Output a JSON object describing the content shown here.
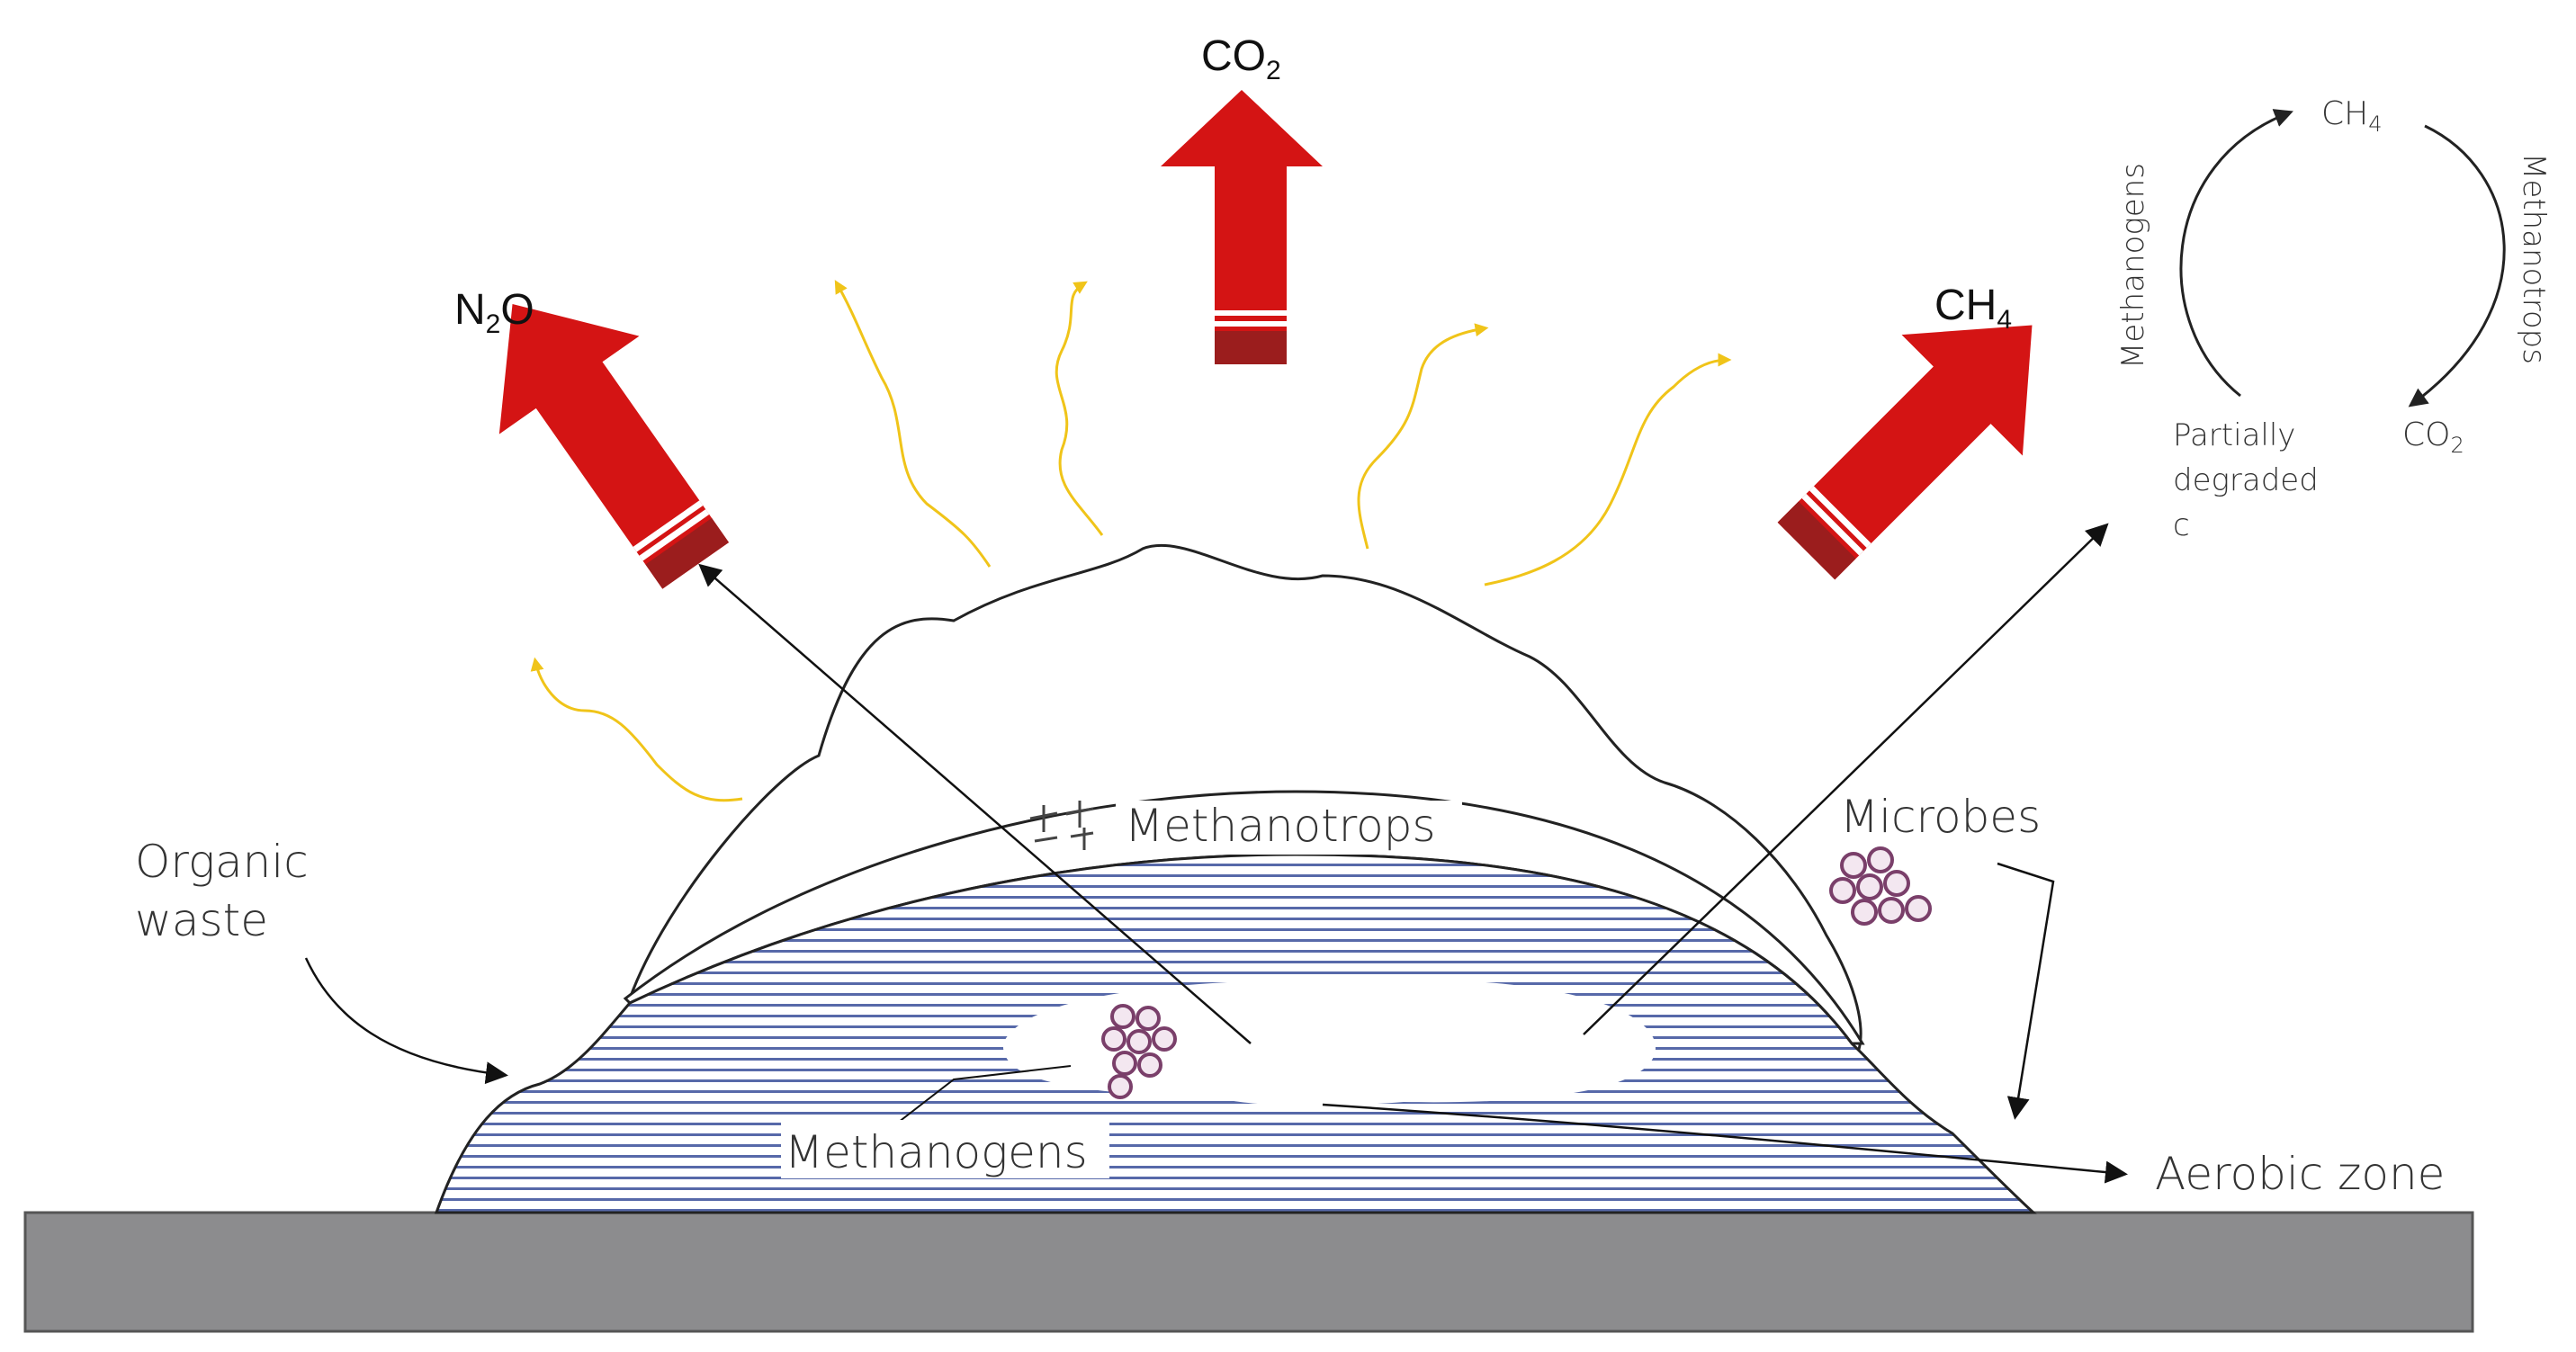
{
  "gases": {
    "co2_top": {
      "base": "CO",
      "sub": "2"
    },
    "n2o": {
      "part1": "N",
      "sub": "2",
      "part2": "O"
    },
    "ch4": {
      "base": "CH",
      "sub": "4"
    }
  },
  "labels": {
    "organic_waste_line1": "Organic",
    "organic_waste_line2": "waste",
    "methanotrops": "Methanotrops",
    "microbes": "Microbes",
    "methanogens": "Methanogens",
    "aerobic_zone": "Aerobic zone"
  },
  "cycle": {
    "ch4": {
      "base": "CH",
      "sub": "4"
    },
    "co2": {
      "base": "CO",
      "sub": "2"
    },
    "left_label": "Methanogens",
    "right_label": "Methanotrops",
    "partial_line1": "Partially",
    "partial_line2": "degraded",
    "partial_line3": "c"
  },
  "colors": {
    "arrow_red": "#d41414",
    "arrow_dark": "#9b1d1d",
    "ground": "#8c8c8e",
    "stripes": "#3a4f9a",
    "heat_waves": "#f0c419",
    "microbe": "#7a3f6a"
  }
}
